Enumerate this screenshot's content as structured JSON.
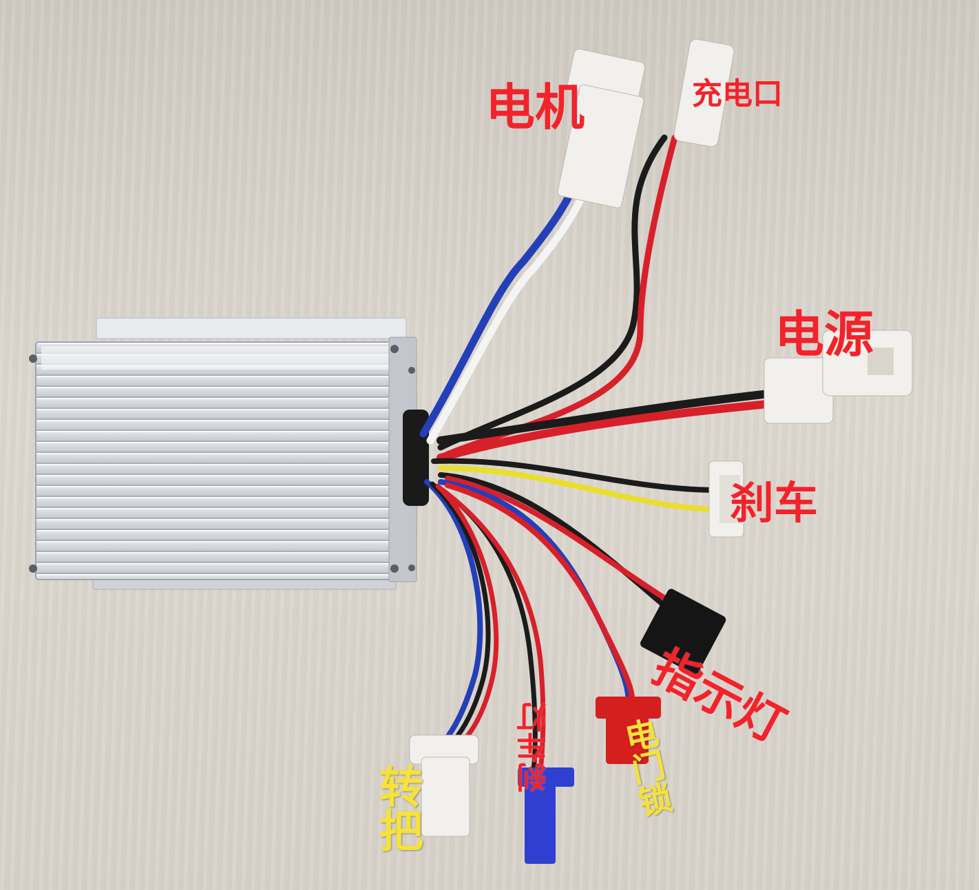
{
  "labels": {
    "motor": "电机",
    "charging_port": "充电口",
    "power": "电源",
    "brake": "刹车",
    "indicator_light": "指示灯",
    "throttle": "转把",
    "brake_light": "刹车灯",
    "door_lock": "电门锁"
  },
  "colors": {
    "label_red": "#f2232a",
    "label_yellow": "#f6e23a",
    "wire_red": "#d8202a",
    "wire_black": "#1b1b1b",
    "wire_blue": "#2340b8",
    "wire_white": "#f4f4f4",
    "wire_yellow": "#e9df2c",
    "connector_white": "#f2f0ec",
    "connector_red": "#d51e1e",
    "connector_blue": "#2f3fd0",
    "connector_black": "#151515",
    "housing_aluminum": "#dcdfe3"
  },
  "icons": [
    "motor-controller-box",
    "motor-connector",
    "charging-port-connector",
    "power-connector",
    "brake-connector",
    "indicator-light-connector",
    "throttle-connector",
    "brake-light-connector",
    "door-lock-connector"
  ]
}
